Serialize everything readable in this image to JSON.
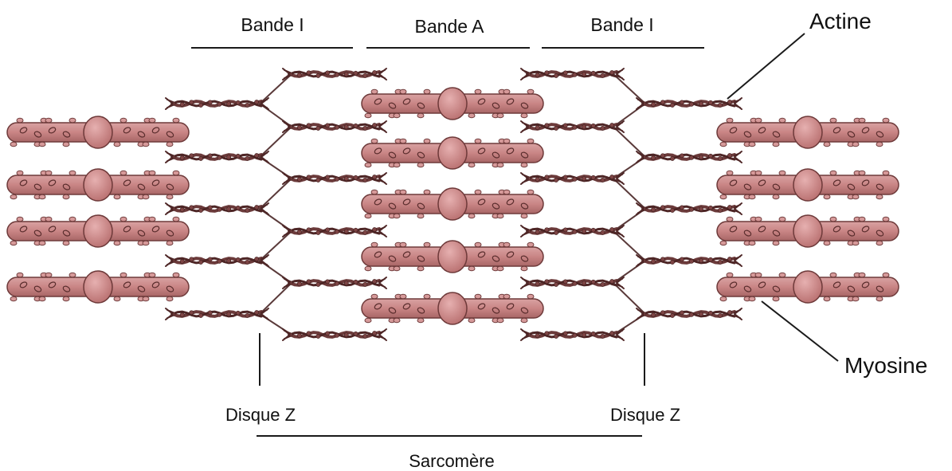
{
  "labels": {
    "band_i_left": "Bande I",
    "band_a": "Bande A",
    "band_i_right": "Bande I",
    "actine": "Actine",
    "myosine": "Myosine",
    "disque_z_left": "Disque Z",
    "disque_z_right": "Disque Z",
    "sarcomere": "Sarcomère"
  },
  "colors": {
    "myosin_fill": "#c98787",
    "myosin_stroke": "#6e3a3a",
    "myosin_head": "#d69a9a",
    "actin": "#6b3a3a",
    "line": "#1a1a1a"
  }
}
